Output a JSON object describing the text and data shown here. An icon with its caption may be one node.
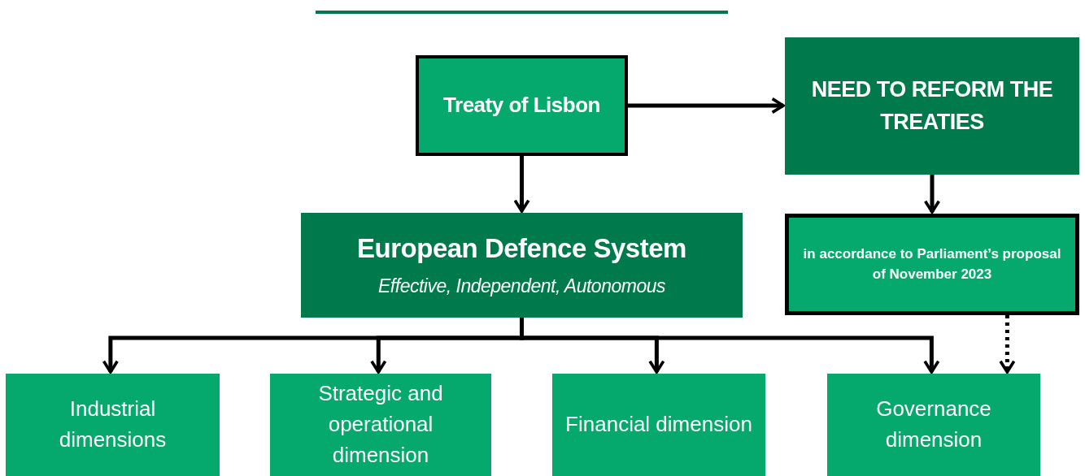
{
  "diagram": {
    "nodes": [
      {
        "text": [
          "Treaty of Lisbon"
        ]
      },
      {
        "text": [
          "NEED TO REFORM THE TREATIES"
        ]
      },
      {
        "text": [
          "European Defence System",
          "Effective, Independent, Autonomous"
        ]
      },
      {
        "text": [
          "in accordance to Parliament’s proposal of November 2023"
        ]
      },
      {
        "text": [
          "Industrial dimensions"
        ]
      },
      {
        "text": [
          "Strategic and operational dimension"
        ]
      },
      {
        "text": [
          "Financial dimension"
        ]
      },
      {
        "text": [
          "Governance dimension"
        ]
      }
    ],
    "edges": [
      {
        "from": 0,
        "to": 1,
        "arrow": "to"
      },
      {
        "from": 0,
        "to": 2,
        "arrow": "to"
      },
      {
        "from": 1,
        "to": 3,
        "arrow": "to"
      },
      {
        "from": 2,
        "to": 4,
        "arrow": "to"
      },
      {
        "from": 2,
        "to": 5,
        "arrow": "to"
      },
      {
        "from": 2,
        "to": 6,
        "arrow": "to"
      },
      {
        "from": 2,
        "to": 7,
        "arrow": "to"
      },
      {
        "from": 3,
        "to": 7,
        "arrow": "to",
        "style": "dashed"
      }
    ]
  }
}
